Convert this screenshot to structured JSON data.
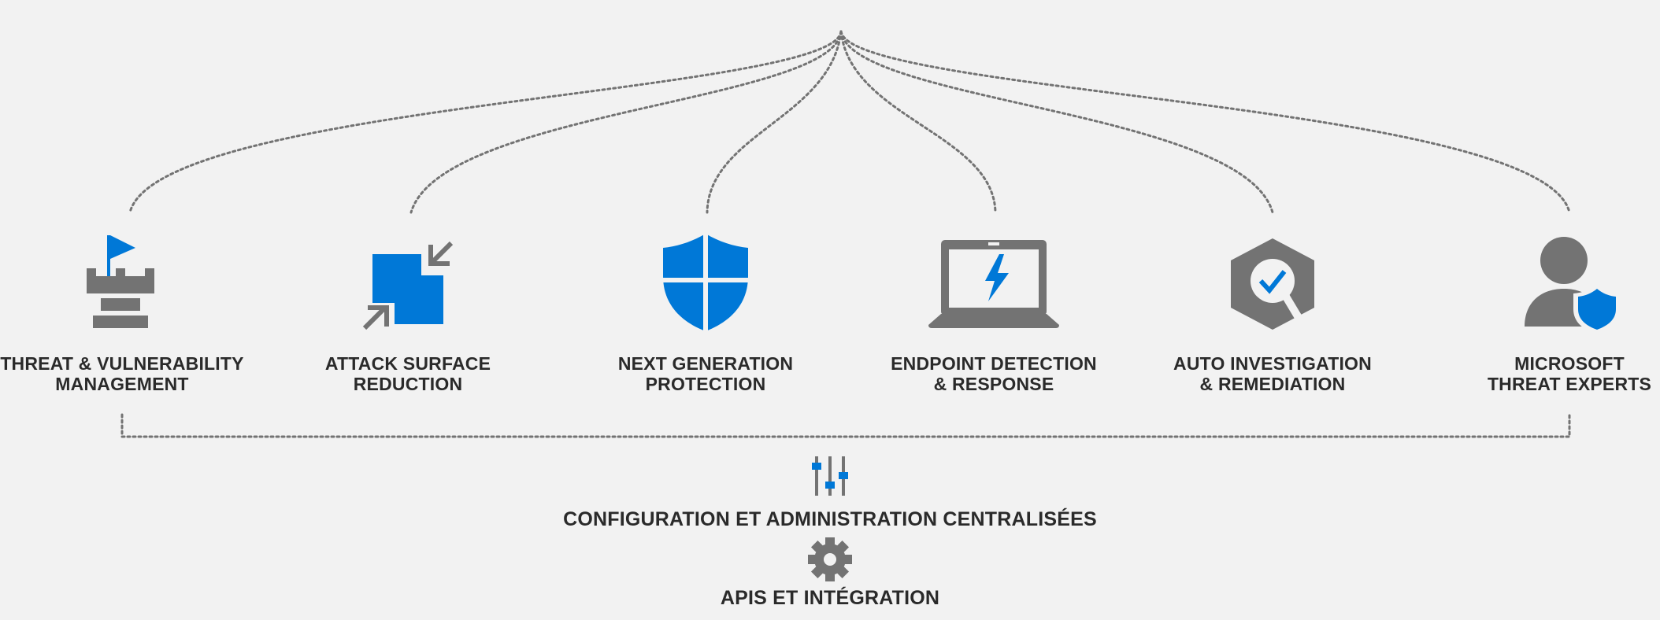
{
  "colors": {
    "accent": "#0078d7",
    "gray": "#737373",
    "text": "#2a2a2a",
    "background": "#f2f2f2"
  },
  "pillars": [
    {
      "icon": "castle-flag-icon",
      "line1": "THREAT & VULNERABILITY",
      "line2": "MANAGEMENT"
    },
    {
      "icon": "attack-surface-arrows-icon",
      "line1": "ATTACK SURFACE",
      "line2": "REDUCTION"
    },
    {
      "icon": "shield-icon",
      "line1": "NEXT GENERATION",
      "line2": "PROTECTION"
    },
    {
      "icon": "laptop-lightning-icon",
      "line1": "ENDPOINT DETECTION",
      "line2": "& RESPONSE"
    },
    {
      "icon": "hexagon-magnifier-check-icon",
      "line1": "AUTO INVESTIGATION",
      "line2": "& REMEDIATION"
    },
    {
      "icon": "person-shield-icon",
      "line1": "MICROSOFT",
      "line2": "THREAT EXPERTS"
    }
  ],
  "config": {
    "icon": "sliders-icon",
    "title": "CONFIGURATION ET ADMINISTRATION CENTRALISÉES"
  },
  "apis": {
    "icon": "gear-icon",
    "title": "APIS ET INTÉGRATION"
  }
}
